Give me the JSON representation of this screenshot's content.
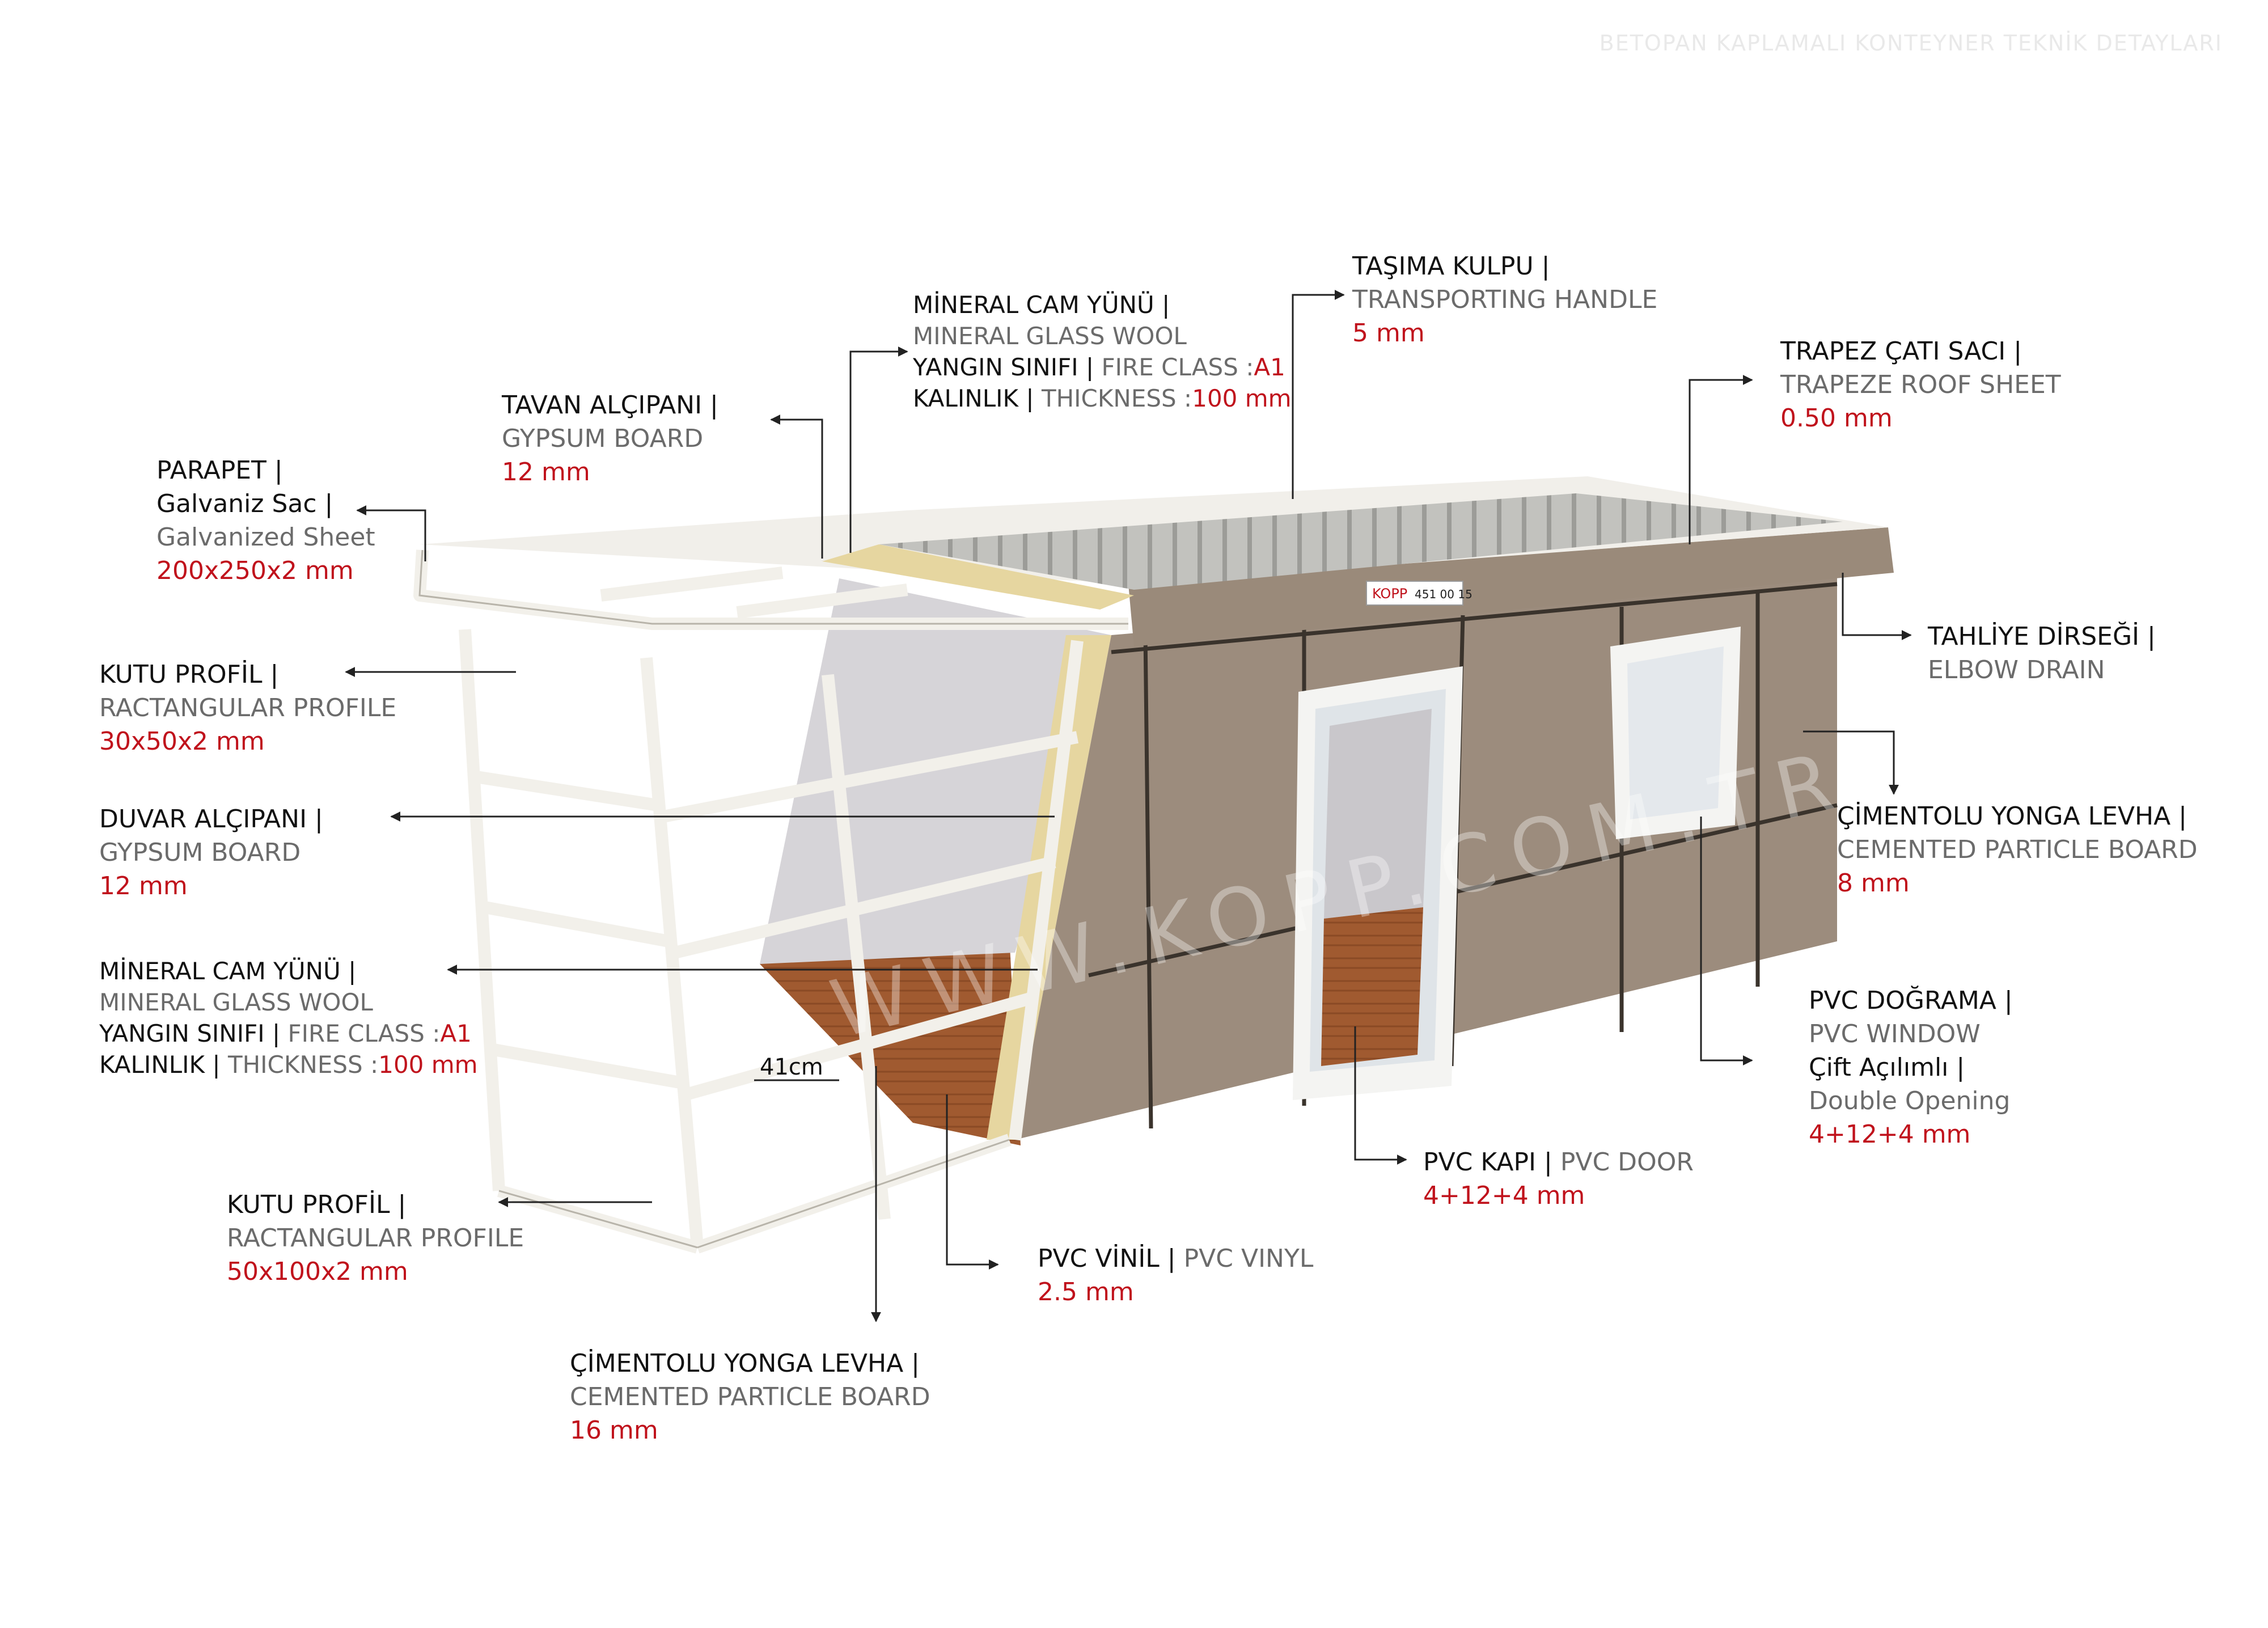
{
  "title": "BETOPAN KAPLAMALI KONTEYNER TEKNİK DETAYLARI",
  "watermark": "WWW.KOPP.COM.TR",
  "brand": {
    "logo": "KOPP",
    "phone": "451 00 15"
  },
  "dimension": "41cm",
  "colors": {
    "turkish": "#111111",
    "english": "#6b6b6b",
    "value": "#c0121c",
    "frame": "#f4f2ee",
    "panel": "#9c8c7d",
    "floor": "#a4582e",
    "insulation": "#e6d6a0",
    "roof": "#bdbdb9",
    "glass": "#dfe4e8"
  },
  "labels": {
    "parapet": {
      "tr": "PARAPET |",
      "tr2": "Galvaniz Sac |",
      "en": "Galvanized Sheet",
      "val": "200x250x2 mm"
    },
    "tavan": {
      "tr": "TAVAN ALÇIPANI |",
      "en": "GYPSUM BOARD",
      "val": "12 mm"
    },
    "mineral_top": {
      "tr": "MİNERAL CAM YÜNÜ |",
      "en": "MINERAL GLASS WOOL",
      "fire_tr": "YANGIN SINIFI |",
      "fire_en": "FIRE CLASS :",
      "fire_val": "A1",
      "thick_tr": "KALINLIK |",
      "thick_en": "THICKNESS :",
      "thick_val": "100 mm"
    },
    "tasima": {
      "tr": "TAŞIMA KULPU |",
      "en": "TRANSPORTING HANDLE",
      "val": "5 mm"
    },
    "trapez": {
      "tr": "TRAPEZ ÇATI SACI |",
      "en": "TRAPEZE ROOF SHEET",
      "val": "0.50 mm"
    },
    "tahliye": {
      "tr": "TAHLİYE DİRSEĞİ |",
      "en": "ELBOW DRAIN"
    },
    "kutu_top": {
      "tr": "KUTU PROFİL |",
      "en": "RACTANGULAR PROFILE",
      "val": "30x50x2 mm"
    },
    "duvar": {
      "tr": "DUVAR ALÇIPANI |",
      "en": "GYPSUM BOARD",
      "val": "12 mm"
    },
    "mineral_left": {
      "tr": "MİNERAL CAM YÜNÜ |",
      "en": "MINERAL GLASS WOOL",
      "fire_tr": "YANGIN SINIFI |",
      "fire_en": "FIRE CLASS :",
      "fire_val": "A1",
      "thick_tr": "KALINLIK |",
      "thick_en": "THICKNESS :",
      "thick_val": "100 mm"
    },
    "cement_right": {
      "tr": "ÇİMENTOLU YONGA LEVHA |",
      "en": "CEMENTED PARTICLE BOARD",
      "val": "8 mm"
    },
    "pvc_window": {
      "tr": "PVC DOĞRAMA |",
      "en": "PVC WINDOW",
      "tr2": "Çift Açılımlı |",
      "en2": "Double Opening",
      "val": "4+12+4 mm"
    },
    "kutu_bottom": {
      "tr": "KUTU PROFİL |",
      "en": "RACTANGULAR PROFILE",
      "val": "50x100x2 mm"
    },
    "pvc_door": {
      "tr": "PVC KAPI |",
      "en": "PVC DOOR",
      "val": "4+12+4 mm"
    },
    "pvc_vinyl": {
      "tr": "PVC VİNİL |",
      "en": "PVC VINYL",
      "val": "2.5 mm"
    },
    "cement_bottom": {
      "tr": "ÇİMENTOLU YONGA LEVHA |",
      "en": "CEMENTED PARTICLE BOARD",
      "val": "16 mm"
    }
  }
}
